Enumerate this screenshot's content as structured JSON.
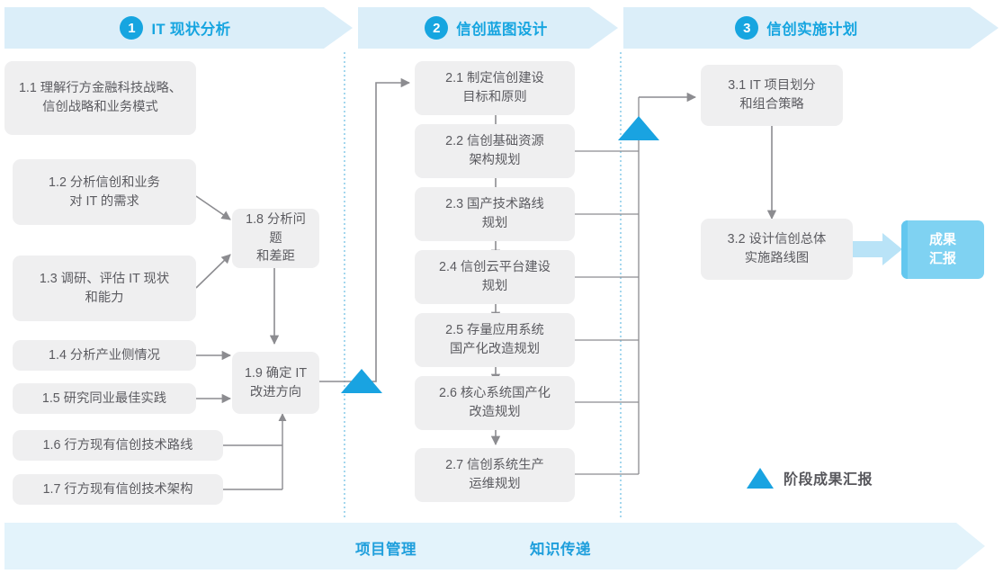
{
  "diagram": {
    "title_phases": [
      {
        "num": "1",
        "label": "IT 现状分析"
      },
      {
        "num": "2",
        "label": "信创蓝图设计"
      },
      {
        "num": "3",
        "label": "信创实施计划"
      }
    ],
    "colors": {
      "accent_blue": "#16a5e0",
      "band_blue": "#dbeef9",
      "footer_band": "#e3f3fb",
      "box_gray": "#efeff0",
      "box_text": "#5b5b60",
      "connector_gray": "#8c8c90",
      "milestone_blue": "#19a3e1",
      "chip_blue": "#7fd2f2",
      "chip_edge": "#63c7ef",
      "divider_blue": "#8ecdea"
    },
    "phase1_tasks": [
      {
        "id": "1.1",
        "text": "1.1 理解行方金融科技战略、\n信创战略和业务模式"
      },
      {
        "id": "1.2",
        "text": "1.2 分析信创和业务\n对 IT 的需求"
      },
      {
        "id": "1.3",
        "text": "1.3 调研、评估 IT 现状\n和能力"
      },
      {
        "id": "1.4",
        "text": "1.4 分析产业侧情况"
      },
      {
        "id": "1.5",
        "text": "1.5 研究同业最佳实践"
      },
      {
        "id": "1.6",
        "text": "1.6 行方现有信创技术路线"
      },
      {
        "id": "1.7",
        "text": "1.7 行方现有信创技术架构"
      },
      {
        "id": "1.8",
        "text": "1.8 分析问题\n和差距"
      },
      {
        "id": "1.9",
        "text": "1.9 确定 IT\n改进方向"
      }
    ],
    "phase2_tasks": [
      {
        "id": "2.1",
        "text": "2.1 制定信创建设\n目标和原则"
      },
      {
        "id": "2.2",
        "text": "2.2 信创基础资源\n架构规划"
      },
      {
        "id": "2.3",
        "text": "2.3 国产技术路线\n规划"
      },
      {
        "id": "2.4",
        "text": "2.4 信创云平台建设\n规划"
      },
      {
        "id": "2.5",
        "text": "2.5 存量应用系统\n国产化改造规划"
      },
      {
        "id": "2.6",
        "text": "2.6 核心系统国产化\n改造规划"
      },
      {
        "id": "2.7",
        "text": "2.7 信创系统生产\n运维规划"
      }
    ],
    "phase3_tasks": [
      {
        "id": "3.1",
        "text": "3.1 IT 项目划分\n和组合策略"
      },
      {
        "id": "3.2",
        "text": "3.2 设计信创总体\n实施路线图"
      }
    ],
    "result_chip": {
      "text": "成果\n汇报"
    },
    "legend": {
      "label": "阶段成果汇报",
      "marker": "triangle-up"
    },
    "footer": {
      "items": [
        "项目管理",
        "知识传递"
      ]
    }
  }
}
